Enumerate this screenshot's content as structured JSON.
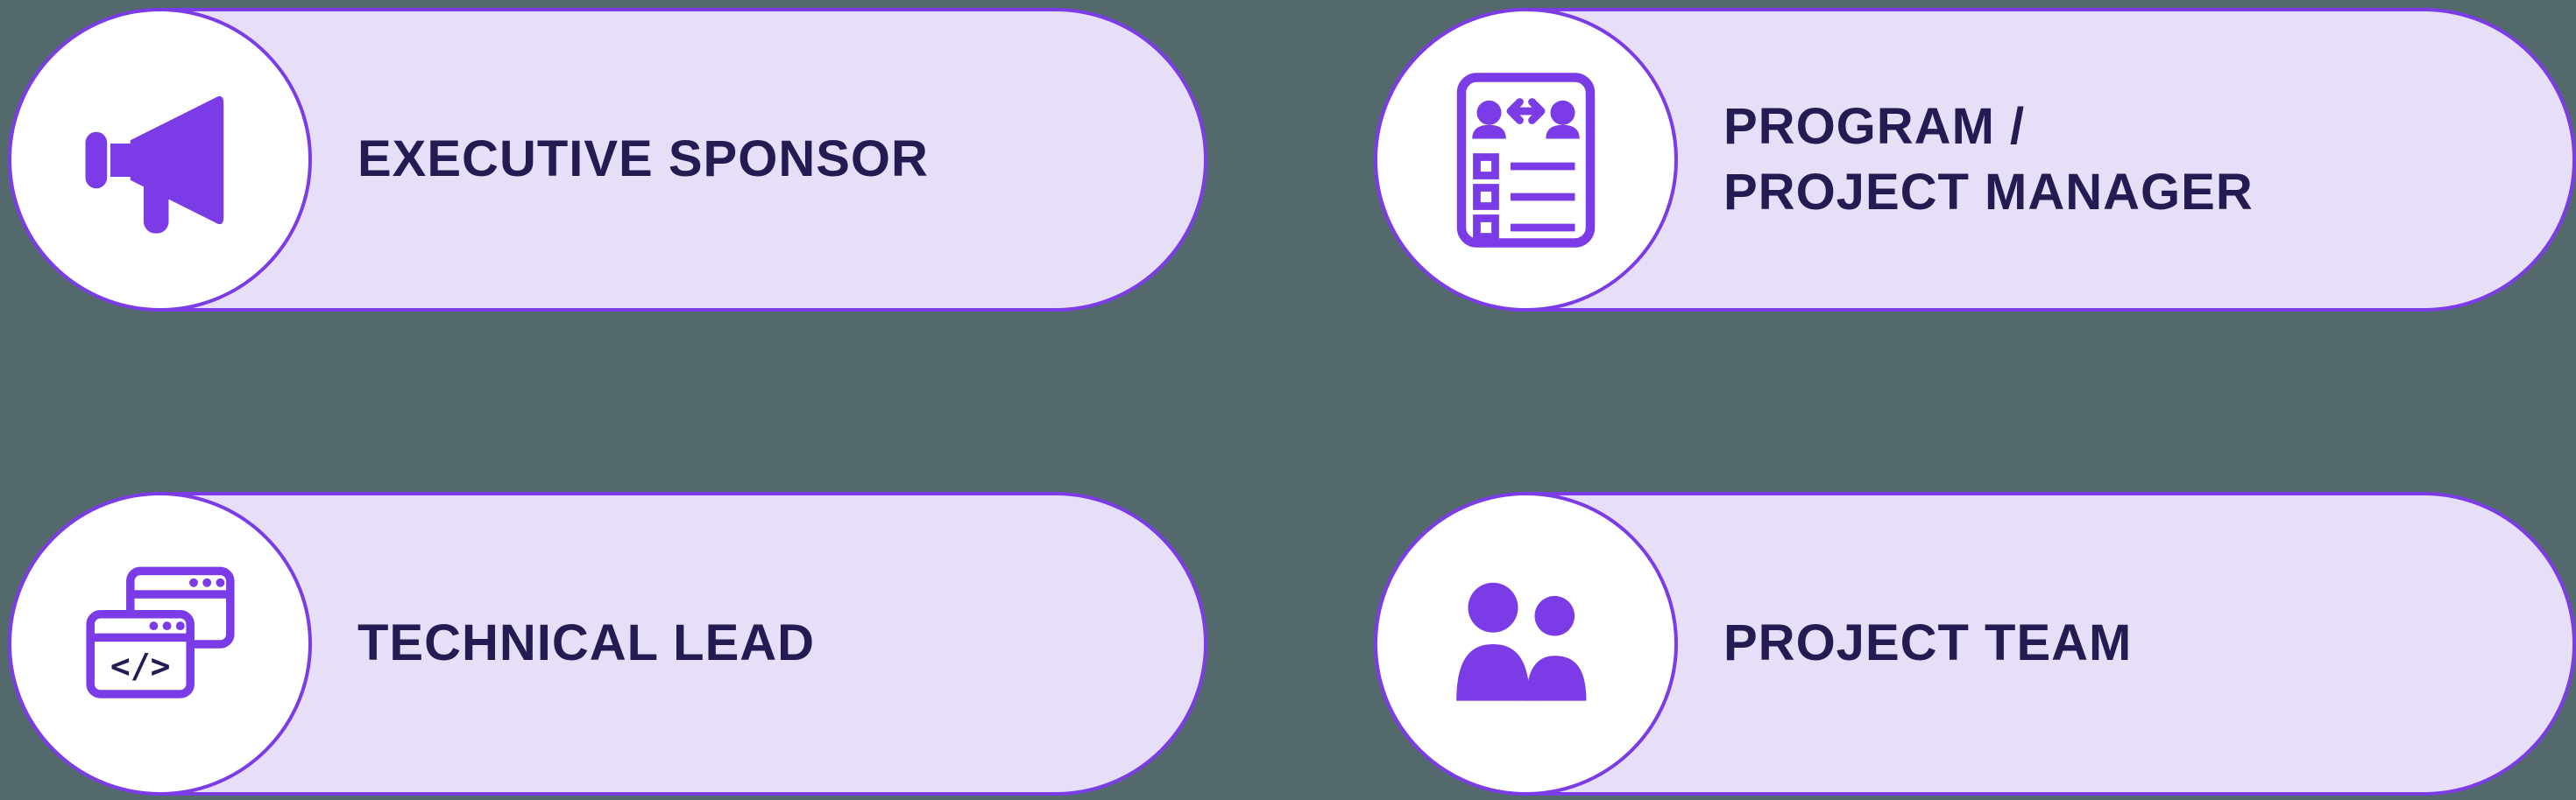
{
  "colors": {
    "background": "#54696c",
    "pill_fill": "#e7dff8",
    "accent": "#7b3be6",
    "text": "#241b52",
    "circle_fill": "#ffffff"
  },
  "cards": [
    {
      "label": "EXECUTIVE SPONSOR",
      "icon": "megaphone-icon"
    },
    {
      "label": "PROGRAM /\nPROJECT MANAGER",
      "icon": "roster-exchange-icon"
    },
    {
      "label": "TECHNICAL LEAD",
      "icon": "code-windows-icon"
    },
    {
      "label": "PROJECT TEAM",
      "icon": "people-icon"
    }
  ]
}
